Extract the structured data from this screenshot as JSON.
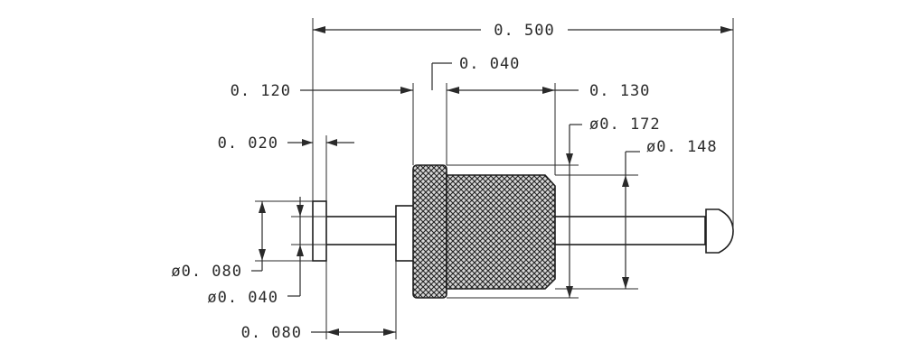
{
  "drawing": {
    "dimensions": {
      "overall_length": "0. 500",
      "flange_width": "0. 040",
      "left_length": "0. 120",
      "right_length": "0. 130",
      "collar_thickness": "0. 020",
      "dia_172": "ø0. 172",
      "dia_148": "ø0. 148",
      "dia_080": "ø0. 080",
      "dia_040": "ø0. 040",
      "gap_080": "0. 080"
    }
  }
}
